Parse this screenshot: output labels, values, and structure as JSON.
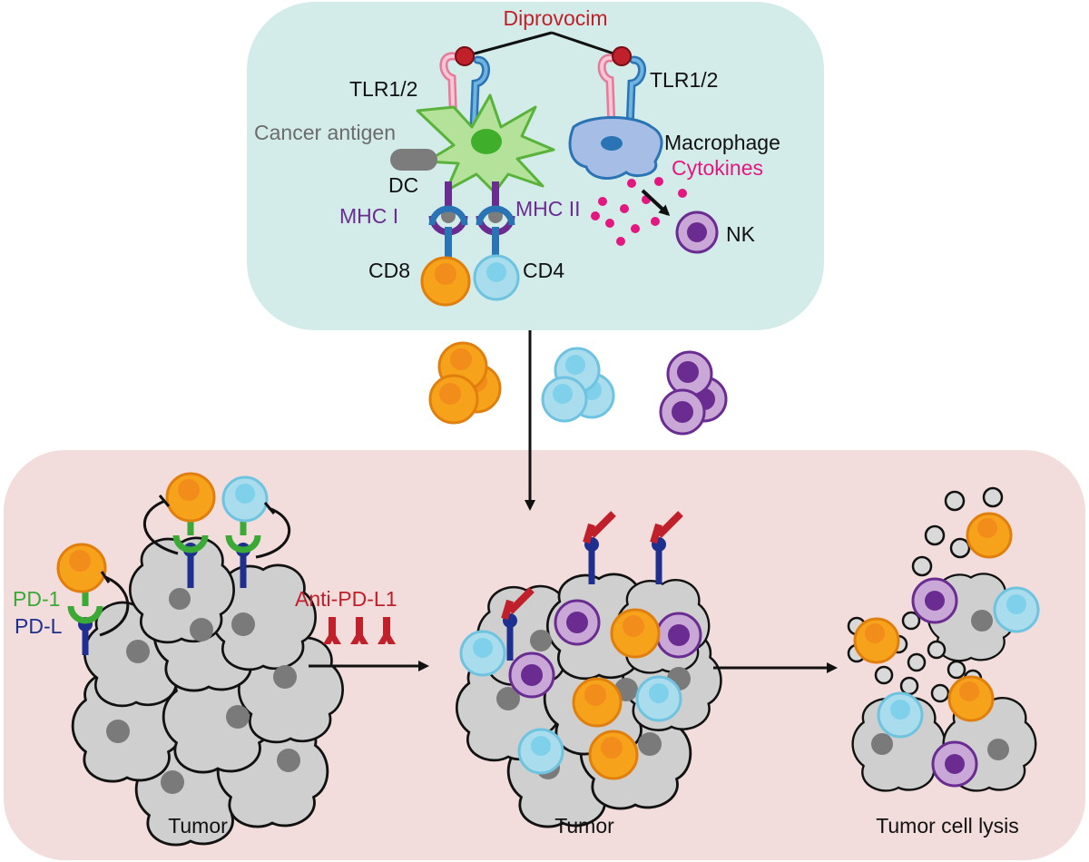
{
  "labels": {
    "diprovocim": "Diprovocim",
    "tlr_left": "TLR1/2",
    "tlr_right": "TLR1/2",
    "cancer_antigen": "Cancer antigen",
    "dc": "DC",
    "mhc1": "MHC I",
    "mhc2": "MHC II",
    "macrophage": "Macrophage",
    "cytokines": "Cytokines",
    "nk": "NK",
    "cd8": "CD8",
    "cd4": "CD4",
    "pd1": "PD-1",
    "pdl": "PD-L",
    "anti_pdl1": "Anti-PD-L1",
    "tumor_left": "Tumor",
    "tumor_mid": "Tumor",
    "lysis": "Tumor cell lysis"
  },
  "colors": {
    "top_panel": "#d3ece9",
    "bottom_panel": "#f2dcdc",
    "diprovocim": "#c0202a",
    "cytokine": "#e3177f",
    "mhc": "#6a2c91",
    "pd1": "#3aa935",
    "pdl": "#1f2f8f",
    "antibody": "#c0202a",
    "cd8_cell": "#f7a21b",
    "cd4_cell": "#a9dced",
    "nk_cell": "#8b4fa3",
    "tumor_cell": "#cfcfcf",
    "dc_cell": "#b5e29a",
    "macrophage_cell": "#a6bde6"
  },
  "icons": {
    "tlr_receptor": "tlr-receptor-icon",
    "antibody": "antibody-icon",
    "arrow": "arrow-icon",
    "inhibition": "inhibition-arrow-icon"
  }
}
